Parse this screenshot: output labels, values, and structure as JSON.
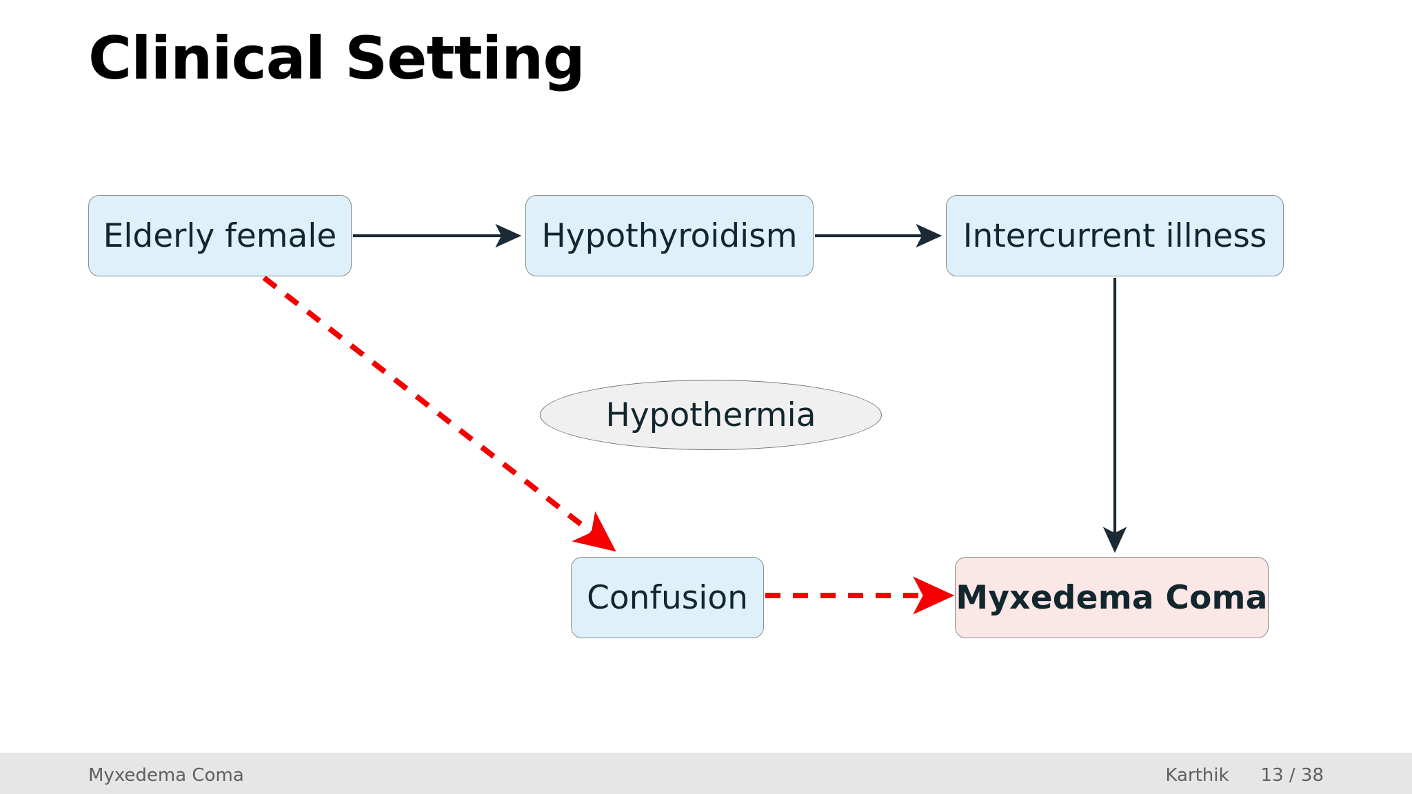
{
  "slide": {
    "title": "Clinical Setting"
  },
  "diagram": {
    "nodes": [
      {
        "id": "elderly-female",
        "label": "Elderly female",
        "shape": "rounded-box",
        "fill": "#def0fa",
        "stroke": "#8c8c8c",
        "bold": false
      },
      {
        "id": "hypothyroidism",
        "label": "Hypothyroidism",
        "shape": "rounded-box",
        "fill": "#def0fa",
        "stroke": "#8c8c8c",
        "bold": false
      },
      {
        "id": "intercurrent",
        "label": "Intercurrent illness",
        "shape": "rounded-box",
        "fill": "#def0fa",
        "stroke": "#8c8c8c",
        "bold": false
      },
      {
        "id": "hypothermia",
        "label": "Hypothermia",
        "shape": "ellipse",
        "fill": "#f0f0f0",
        "stroke": "#6f6f6f",
        "bold": false
      },
      {
        "id": "confusion",
        "label": "Confusion",
        "shape": "rounded-box",
        "fill": "#def0fa",
        "stroke": "#8c8c8c",
        "bold": false
      },
      {
        "id": "myxedema-coma",
        "label": "Myxedema Coma",
        "shape": "rounded-box",
        "fill": "#fce7e7",
        "stroke": "#8c8c8c",
        "bold": true
      }
    ],
    "edges": [
      {
        "id": "elderly-to-hypothyroidism",
        "from": "elderly-female",
        "to": "hypothyroidism",
        "style": "solid",
        "color": "#1b2a35"
      },
      {
        "id": "hypothyroidism-to-intercurrent",
        "from": "hypothyroidism",
        "to": "intercurrent",
        "style": "solid",
        "color": "#1b2a35"
      },
      {
        "id": "intercurrent-to-myxedema",
        "from": "intercurrent",
        "to": "myxedema-coma",
        "style": "solid",
        "color": "#1b2a35"
      },
      {
        "id": "elderly-to-confusion",
        "from": "elderly-female",
        "to": "confusion",
        "style": "dashed",
        "color": "#f50000"
      },
      {
        "id": "confusion-to-myxedema",
        "from": "confusion",
        "to": "myxedema-coma",
        "style": "dashed",
        "color": "#f50000"
      }
    ]
  },
  "footer": {
    "left": "Myxedema Coma",
    "author": "Karthik",
    "page": "13 / 38"
  }
}
